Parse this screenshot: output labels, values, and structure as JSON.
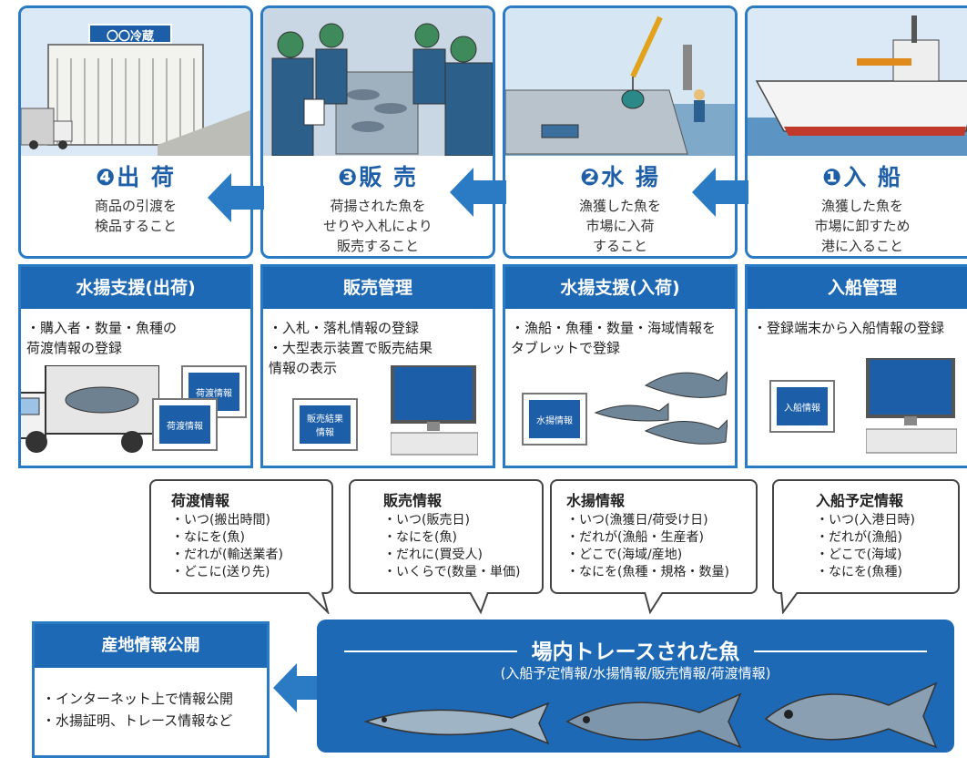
{
  "stages": [
    {
      "title": "❹出 荷",
      "desc": "商品の引渡を\n検品すること",
      "sign": "〇〇冷蔵"
    },
    {
      "title": "❸販 売",
      "desc": "荷揚された魚を\nせりや入札により\n販売すること"
    },
    {
      "title": "❷水 揚",
      "desc": "漁獲した魚を\n市場に入荷\nすること"
    },
    {
      "title": "❶入 船",
      "desc": "漁獲した魚を\n市場に卸すため\n港に入ること"
    }
  ],
  "systems": [
    {
      "head": "水揚支援(出荷)",
      "desc": "・購入者・数量・魚種の\n 荷渡情報の登録",
      "tablets": [
        "荷渡情報",
        "荷渡情報"
      ]
    },
    {
      "head": "販売管理",
      "desc": "・入札・落札情報の登録\n・大型表示装置で販売結果\n 情報の表示",
      "tablets": [
        "販売結果\n情報"
      ]
    },
    {
      "head": "水揚支援(入荷)",
      "desc": "・漁船・魚種・数量・海域情報を\n タブレットで登録",
      "tablets": [
        "水揚情報"
      ]
    },
    {
      "head": "入船管理",
      "desc": "・登録端末から入船情報の登録",
      "tablets": [
        "入船情報"
      ]
    }
  ],
  "callouts": [
    {
      "title": "荷渡情報",
      "items": [
        "・いつ(搬出時間)",
        "・なにを(魚)",
        "・だれが(輸送業者)",
        "・どこに(送り先)"
      ]
    },
    {
      "title": "販売情報",
      "items": [
        "・いつ(販売日)",
        "・なにを(魚)",
        "・だれに(買受人)",
        "・いくらで(数量・単価)"
      ]
    },
    {
      "title": "水揚情報",
      "items": [
        "・いつ(漁獲日/荷受け日)",
        "・だれが(漁船・生産者)",
        "・どこで(海域/産地)",
        "・なにを(魚種・規格・数量)"
      ]
    },
    {
      "title": "入船予定情報",
      "items": [
        "・いつ(入港日時)",
        "・だれが(漁船)",
        "・どこで(海域)",
        "・なにを(魚種)"
      ]
    }
  ],
  "origin": {
    "head": "産地情報公開",
    "items": [
      "・インターネット上で情報公開",
      "・水揚証明、トレース情報など"
    ]
  },
  "traced": {
    "title": "場内トレースされた魚",
    "subtitle": "(入船予定情報/水揚情報/販売情報/荷渡情報)"
  },
  "colors": {
    "primary": "#1e69b5",
    "border": "#2a7bc3",
    "title": "#1f5fa8"
  }
}
